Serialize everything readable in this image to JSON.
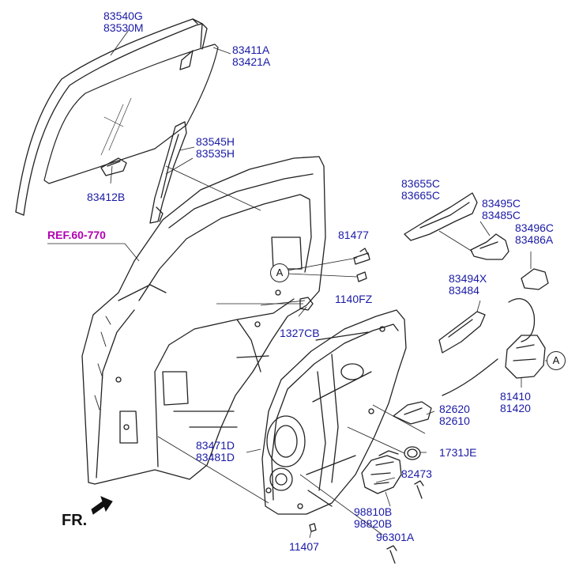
{
  "diagram": {
    "ref_label": "REF.60-770",
    "direction_label": "FR.",
    "callout_letter": "A",
    "part_labels": [
      {
        "id": "p-83540g",
        "lines": [
          "83540G",
          "83530M"
        ]
      },
      {
        "id": "p-83411a",
        "lines": [
          "83411A",
          "83421A"
        ]
      },
      {
        "id": "p-83545h",
        "lines": [
          "83545H",
          "83535H"
        ]
      },
      {
        "id": "p-83412b",
        "lines": [
          "83412B"
        ]
      },
      {
        "id": "p-81477",
        "lines": [
          "81477"
        ]
      },
      {
        "id": "p-1140fz",
        "lines": [
          "1140FZ"
        ]
      },
      {
        "id": "p-1327cb",
        "lines": [
          "1327CB"
        ]
      },
      {
        "id": "p-83655c",
        "lines": [
          "83655C",
          "83665C"
        ]
      },
      {
        "id": "p-83495c",
        "lines": [
          "83495C",
          "83485C"
        ]
      },
      {
        "id": "p-83496c",
        "lines": [
          "83496C",
          "83486A"
        ]
      },
      {
        "id": "p-83494x",
        "lines": [
          "83494X",
          "83484"
        ]
      },
      {
        "id": "p-81410",
        "lines": [
          "81410",
          "81420"
        ]
      },
      {
        "id": "p-82620",
        "lines": [
          "82620",
          "82610"
        ]
      },
      {
        "id": "p-1731je",
        "lines": [
          "1731JE"
        ]
      },
      {
        "id": "p-83471d",
        "lines": [
          "83471D",
          "83481D"
        ]
      },
      {
        "id": "p-82473",
        "lines": [
          "82473"
        ]
      },
      {
        "id": "p-98810b",
        "lines": [
          "98810B",
          "98820B"
        ]
      },
      {
        "id": "p-11407",
        "lines": [
          "11407"
        ]
      },
      {
        "id": "p-96301a",
        "lines": [
          "96301A"
        ]
      }
    ]
  }
}
